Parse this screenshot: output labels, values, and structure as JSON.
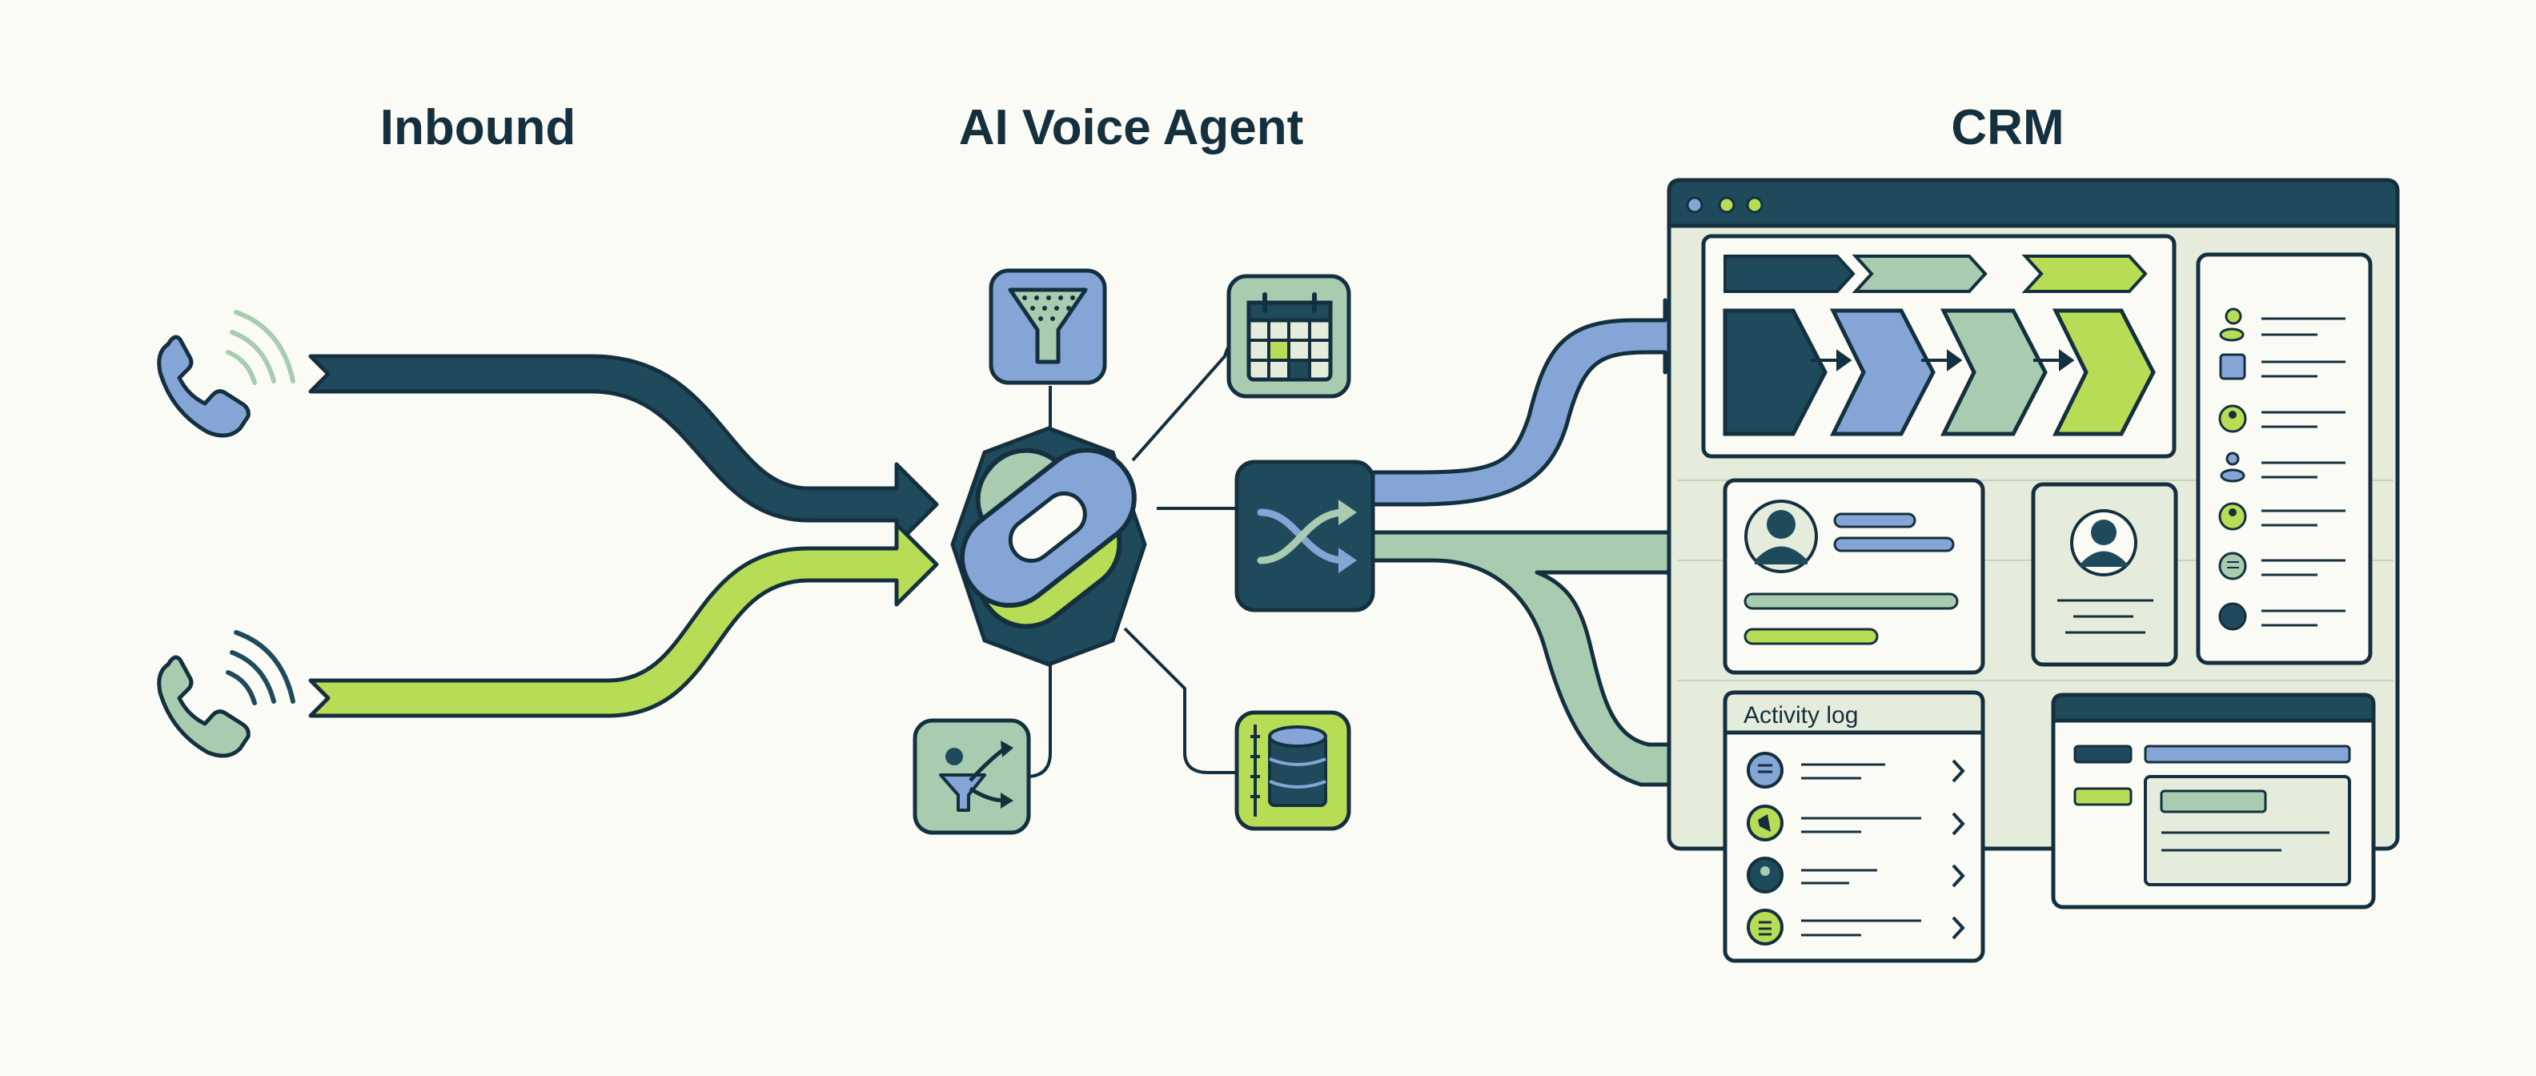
{
  "headings": {
    "inbound": "Inbound",
    "agent": "AI Voice Agent",
    "crm": "CRM"
  },
  "crm": {
    "activity_log_title": "Activity log"
  },
  "colors": {
    "navy": "#1f4a5c",
    "blue": "#85a5d6",
    "sage": "#a9ccb0",
    "lime": "#b7dd56",
    "panel": "#e6ecdc",
    "ink": "#14303f",
    "background": "#fbfbf6"
  },
  "icons": [
    "phone-icon-navy",
    "phone-icon-sage",
    "funnel-icon",
    "calendar-icon",
    "shuffle-icon",
    "person-filter-split-icon",
    "database-icon",
    "knot-hub-icon",
    "avatar-icon",
    "bar-chart-icon",
    "megaphone-icon",
    "list-icon"
  ]
}
